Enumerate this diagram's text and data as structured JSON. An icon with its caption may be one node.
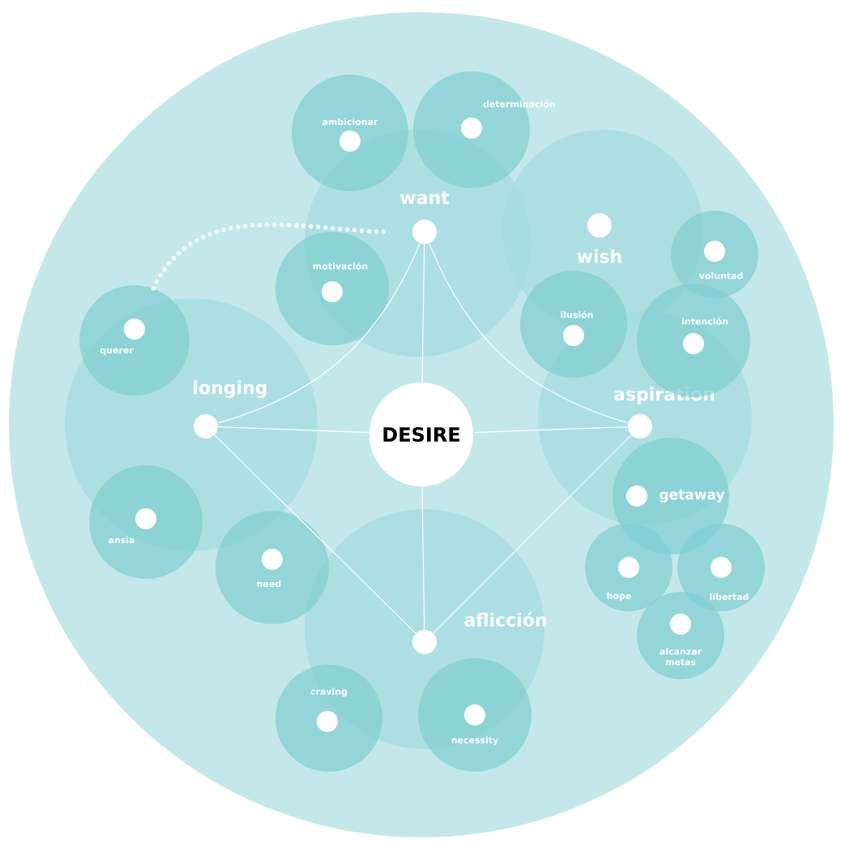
{
  "diagram": {
    "nodes": [
      {
        "text": [],
        "shape": "circle"
      },
      {
        "text": [
          "DESIRE"
        ],
        "in": 0
      },
      {
        "text": [
          "want"
        ],
        "in": 0
      },
      {
        "text": [
          "wish"
        ],
        "in": 0
      },
      {
        "text": [
          "longing"
        ],
        "in": 0
      },
      {
        "text": [
          "aspiration"
        ],
        "in": 0
      },
      {
        "text": [
          "aflicción"
        ],
        "in": 0
      },
      {
        "text": [
          "ambicionar"
        ],
        "in": 0
      },
      {
        "text": [
          "determinación"
        ],
        "in": 0
      },
      {
        "text": [
          "motivación"
        ],
        "in": 0
      },
      {
        "text": [
          "querer"
        ],
        "in": 0
      },
      {
        "text": [
          "ilusión"
        ],
        "in": 0
      },
      {
        "text": [
          "voluntad"
        ],
        "in": 0
      },
      {
        "text": [
          "intención"
        ],
        "in": 0
      },
      {
        "text": [
          "getaway"
        ],
        "in": 0
      },
      {
        "text": [
          "ansia"
        ],
        "in": 0
      },
      {
        "text": [
          "need"
        ],
        "in": 0
      },
      {
        "text": [
          "hope"
        ],
        "in": 0
      },
      {
        "text": [
          "libertad"
        ],
        "in": 0
      },
      {
        "text": [
          "alcanzar metas"
        ],
        "in": 0
      },
      {
        "text": [
          "craving"
        ],
        "in": 0
      },
      {
        "text": [
          "necessity"
        ],
        "in": 0
      }
    ],
    "edges": [
      {
        "from": 1,
        "to": 2,
        "arrow": "none"
      },
      {
        "from": 1,
        "to": 4,
        "arrow": "none"
      },
      {
        "from": 1,
        "to": 5,
        "arrow": "none"
      },
      {
        "from": 1,
        "to": 6,
        "arrow": "none"
      },
      {
        "from": 2,
        "to": 5,
        "arrow": "none"
      },
      {
        "from": 4,
        "to": 2,
        "arrow": "none"
      },
      {
        "from": 4,
        "to": 6,
        "arrow": "none"
      },
      {
        "from": 5,
        "to": 6,
        "arrow": "none"
      },
      {
        "from": 10,
        "to": 2,
        "arrow": "none",
        "style": "dashed"
      }
    ]
  }
}
